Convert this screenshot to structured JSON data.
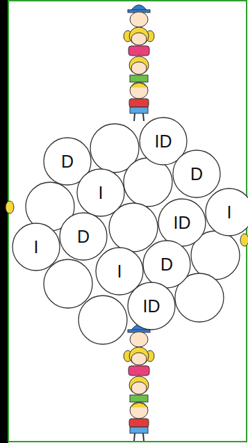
{
  "diagram": {
    "nodes": [
      {
        "text": [
          "ID"
        ]
      },
      {
        "text": [
          "D"
        ]
      },
      {
        "text": [
          "D"
        ]
      },
      {
        "text": [
          "I"
        ]
      },
      {
        "text": [
          "I"
        ]
      },
      {
        "text": [
          "ID"
        ]
      },
      {
        "text": [
          "D"
        ]
      },
      {
        "text": [
          "I"
        ]
      },
      {
        "text": [
          "D"
        ]
      },
      {
        "text": [
          "I"
        ]
      },
      {
        "text": [
          "ID"
        ]
      }
    ]
  }
}
